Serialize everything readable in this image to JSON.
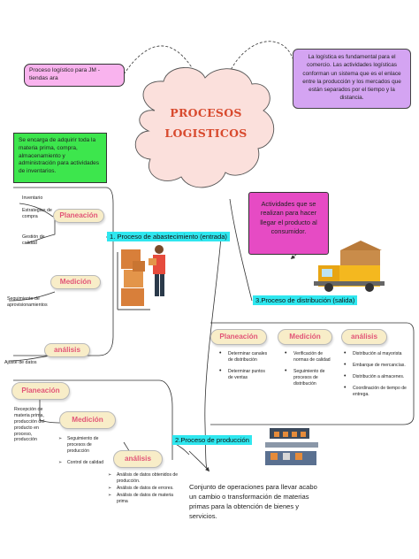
{
  "title_line1": "PROCESOS",
  "title_line2": "LOGISTICOS",
  "note_top_left": "Proceso logístico para JM - tiendas ara",
  "note_top_right": "La logística es fundamental para el comercio. Las actividades logísticas conforman un sistema que es el enlace entre la producción y los mercados que están separados por el tiempo y la distancia.",
  "note_green": "Se encarga de adquirir toda la materia prima, compra, almacenamiento y administración para actividades de inventarios.",
  "note_magenta": "Actividades que se realizan para hacer llegar el producto al consumidor.",
  "section1": {
    "label": "1. Proceso de abastecimiento (entrada)",
    "planeacion": "Planeación",
    "medicion": "Medición",
    "analisis": "análisis",
    "items": [
      "Inventario",
      "Estrategias de compra",
      "Gestión de calidad"
    ],
    "seguimiento": "Seguimiento de aprovisionamientos",
    "ajuste": "Ajuste de datos"
  },
  "section3": {
    "label": "3.Proceso de distribución (salida)",
    "planeacion": "Planeación",
    "medicion": "Medición",
    "analisis": "análisis",
    "plan_items": [
      "Determinar canales de distribución",
      "Determinar puntos de ventas"
    ],
    "med_items": [
      "Verificación de normas de calidad",
      "Seguimiento de procesos de distribución"
    ],
    "ana_items": [
      "Distribución al mayorista",
      "Embarque de mercancías.",
      "Distribución a almacenes.",
      "Coordinación de tiempo de entrega."
    ]
  },
  "section2": {
    "label": "2.Proceso de producción",
    "planeacion": "Planeación",
    "medicion": "Medición",
    "analisis": "análisis",
    "plan_text": "Recepción de materia prima, producción del producto en proceso, producción",
    "med_items": [
      "Seguimiento de procesos de producción",
      "Control de calidad"
    ],
    "ana_items": [
      "Análisis de datos obtenidos de producción.",
      "Análisis de datos de errores.",
      "Análisis de datos de materia prima"
    ],
    "conclusion": "Conjunto de operaciones para llevar acabo un cambio o transformación de materias primas para la obtención de bienes y servicios."
  }
}
